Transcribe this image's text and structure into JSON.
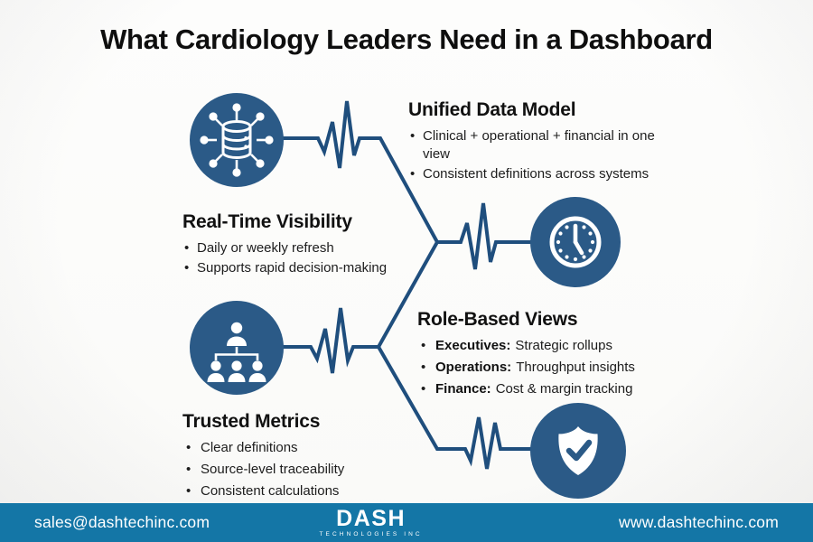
{
  "title": "What Cardiology Leaders Need in a Dashboard",
  "colors": {
    "icon_circle": "#2b5a87",
    "connector_line": "#1f4e7d",
    "footer_bar": "#1476a6",
    "heading_text": "#111111",
    "body_text": "#1d1d1d"
  },
  "sections": [
    {
      "id": "unified-data-model",
      "icon": "database-network-icon",
      "heading": "Unified Data Model",
      "bullets": [
        "Clinical + operational + financial in one view",
        "Consistent definitions across systems"
      ]
    },
    {
      "id": "real-time-visibility",
      "icon": "clock-icon",
      "heading": "Real-Time Visibility",
      "bullets": [
        "Daily or weekly refresh",
        "Supports rapid decision-making"
      ]
    },
    {
      "id": "role-based-views",
      "icon": "org-chart-icon",
      "heading": "Role-Based Views",
      "bullets": [
        {
          "lead": "Executives:",
          "text": "Strategic rollups"
        },
        {
          "lead": "Operations:",
          "text": "Throughput insights"
        },
        {
          "lead": "Finance:",
          "text": "Cost & margin tracking"
        }
      ]
    },
    {
      "id": "trusted-metrics",
      "icon": "shield-check-icon",
      "heading": "Trusted Metrics",
      "bullets": [
        "Clear definitions",
        "Source-level traceability",
        "Consistent calculations"
      ]
    }
  ],
  "footer": {
    "email": "sales@dashtechinc.com",
    "logo_name": "DASH",
    "logo_subtitle": "TECHNOLOGIES INC",
    "website": "www.dashtechinc.com"
  }
}
